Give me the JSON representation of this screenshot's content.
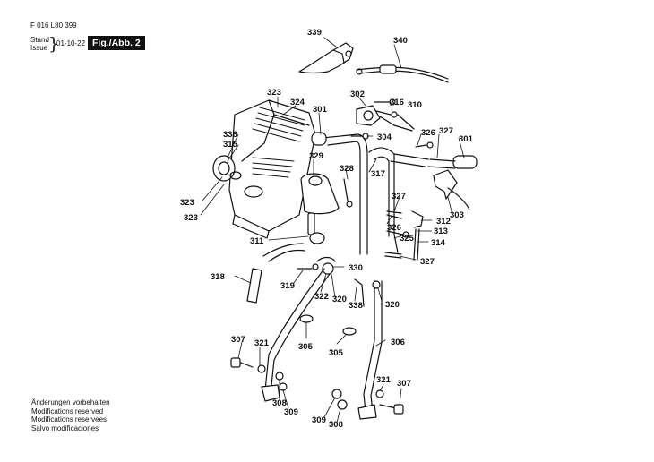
{
  "header": {
    "doc_number": "F 016 L80 399",
    "stand_label": "Stand",
    "issue_label": "Issue",
    "date": "01-10-22",
    "figure_label": "Fig./Abb. 2"
  },
  "notes": [
    "Änderungen vorbehalten",
    "Modifications reserved",
    "Modifications reservees",
    "Salvo modificaciones"
  ],
  "labels": [
    "339",
    "340",
    "323",
    "324",
    "302",
    "316",
    "310",
    "301",
    "336",
    "315",
    "304",
    "326",
    "327",
    "301",
    "329",
    "328",
    "317",
    "323",
    "323",
    "327",
    "312",
    "303",
    "313",
    "326",
    "311",
    "325",
    "314",
    "327",
    "330",
    "318",
    "319",
    "322",
    "320",
    "338",
    "320",
    "307",
    "321",
    "305",
    "305",
    "306",
    "308",
    "309",
    "321",
    "307",
    "309",
    "308"
  ]
}
